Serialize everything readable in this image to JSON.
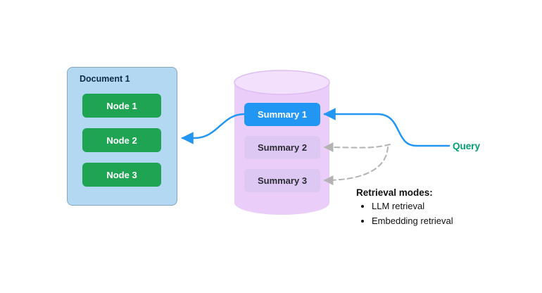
{
  "document_panel": {
    "title": "Document 1",
    "nodes": [
      "Node 1",
      "Node 2",
      "Node 3"
    ]
  },
  "summary_store": {
    "summaries": [
      "Summary 1",
      "Summary 2",
      "Summary 3"
    ],
    "highlighted_summary": "Summary 1"
  },
  "query_label": "Query",
  "retrieval_modes": {
    "title": "Retrieval modes:",
    "items": [
      "LLM retrieval",
      "Embedding retrieval"
    ]
  },
  "colors": {
    "node_green": "#1fa454",
    "highlight_blue": "#2196f3",
    "summary_lavender": "#dcc8f2",
    "cylinder_fill": "#ebcdfa",
    "cylinder_top": "#f3e0fd",
    "document_fill": "#b3d8f2",
    "query_green": "#00a070",
    "arrow_blue": "#2196f3",
    "dashed_gray": "#b3b3b3"
  }
}
